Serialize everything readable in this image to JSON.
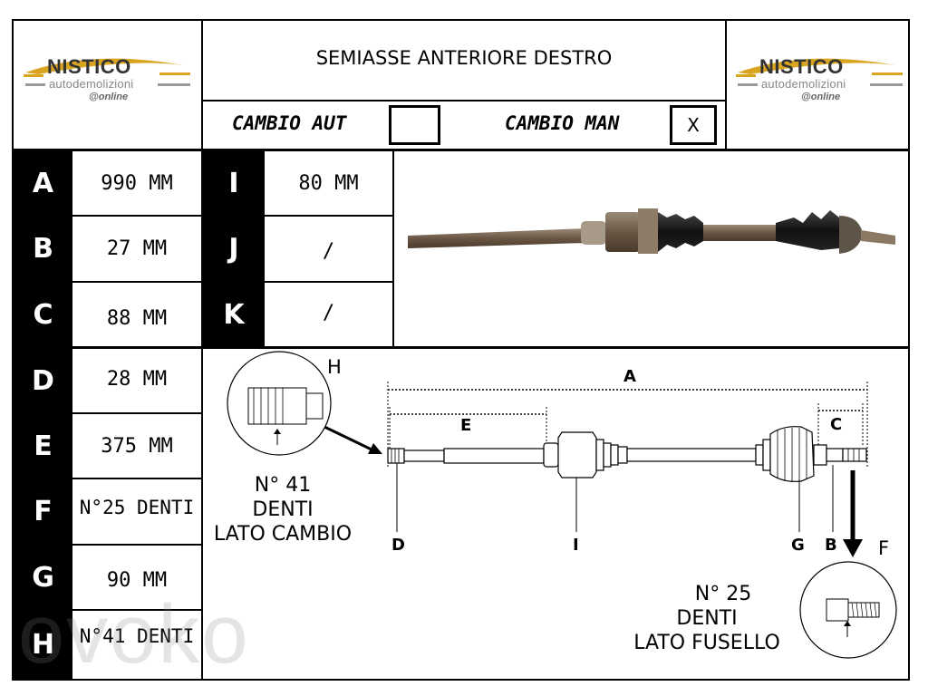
{
  "header": {
    "logo": {
      "brand": "NISTICO",
      "subtitle": "autodemolizioni",
      "tag": "@online"
    },
    "title": "SEMIASSE ANTERIORE DESTRO",
    "cambio_aut": {
      "label": "CAMBIO AUT",
      "mark": ""
    },
    "cambio_man": {
      "label": "CAMBIO MAN",
      "mark": "X"
    }
  },
  "specs_left": [
    {
      "letter": "A",
      "value": "990 MM"
    },
    {
      "letter": "B",
      "value": "27 MM"
    },
    {
      "letter": "C",
      "value": "88 MM"
    },
    {
      "letter": "D",
      "value": "28 MM"
    },
    {
      "letter": "E",
      "value": "375 MM"
    },
    {
      "letter": "F",
      "value": "N°25 DENTI"
    },
    {
      "letter": "G",
      "value": "90 MM"
    },
    {
      "letter": "H",
      "value": "N°41 DENTI"
    }
  ],
  "specs_right": [
    {
      "letter": "I",
      "value": "80 MM"
    },
    {
      "letter": "J",
      "value": "/"
    },
    {
      "letter": "K",
      "value": "/"
    }
  ],
  "diagram": {
    "labels": {
      "A": "A",
      "B": "B",
      "C": "C",
      "D": "D",
      "E": "E",
      "F": "F",
      "G": "G",
      "H": "H",
      "I": "I"
    },
    "caption_gearbox": {
      "line1": "N° 41",
      "line2": "DENTI",
      "line3": "LATO CAMBIO"
    },
    "caption_hub": {
      "line1": "N° 25",
      "line2": "DENTI",
      "line3": "LATO FUSELLO"
    }
  },
  "watermark": "ovoko",
  "colors": {
    "logo_gold": "#d9a520",
    "logo_gray": "#888888",
    "shaft": "#6a5a4a"
  }
}
